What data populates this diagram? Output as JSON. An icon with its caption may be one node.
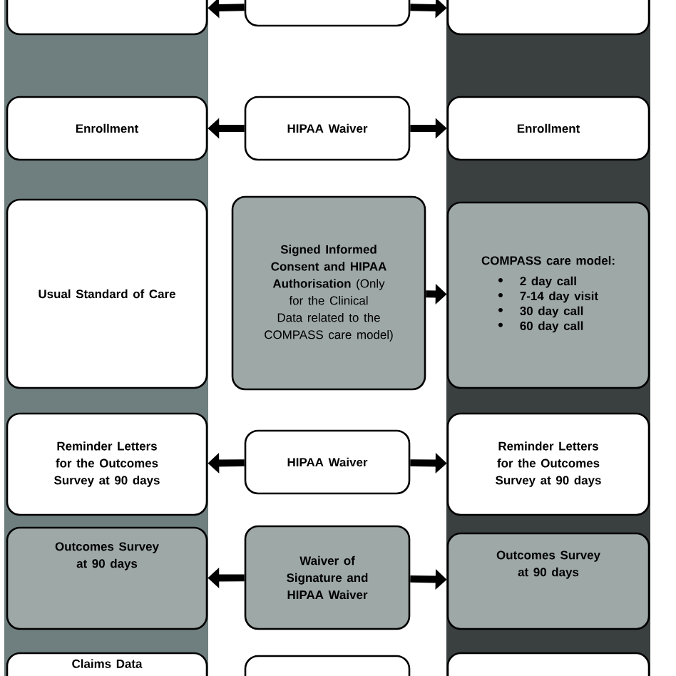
{
  "diagram": {
    "nodes": [
      {
        "text": [],
        "shape": "box"
      },
      {
        "text": [],
        "shape": "box"
      },
      {
        "text": [],
        "shape": "box"
      },
      {
        "text": [
          "Enrollment"
        ]
      },
      {
        "text": [
          "HIPAA Waiver"
        ]
      },
      {
        "text": [
          "Enrollment"
        ]
      },
      {
        "text": [
          "Usual Standard of Care"
        ]
      },
      {
        "text": [
          "**Signed Informed Consent and HIPAA Authorisation** (Only for the Clinical Data related to the COMPASS care model)"
        ]
      },
      {
        "text": [
          "COMPASS care model:",
          "2 day call",
          "7-14 day visit",
          "30 day call",
          "60 day call"
        ]
      },
      {
        "text": [
          "Reminder Letters for the Outcomes Survey at 90 days"
        ]
      },
      {
        "text": [
          "HIPAA Waiver"
        ]
      },
      {
        "text": [
          "Reminder Letters for the Outcomes Survey at 90 days"
        ]
      },
      {
        "text": [
          "Outcomes Survey at 90 days"
        ]
      },
      {
        "text": [
          "Waiver of Signature and HIPAA Waiver"
        ]
      },
      {
        "text": [
          "Outcomes Survey at 90 days"
        ]
      },
      {
        "text": [
          "Claims Data"
        ]
      },
      {
        "text": [],
        "shape": "box"
      },
      {
        "text": [],
        "shape": "box"
      }
    ],
    "edges": [
      {
        "from": 1,
        "to": 0,
        "arrow": "to"
      },
      {
        "from": 1,
        "to": 2,
        "arrow": "to"
      },
      {
        "from": 4,
        "to": 3,
        "arrow": "to"
      },
      {
        "from": 4,
        "to": 5,
        "arrow": "to"
      },
      {
        "from": 7,
        "to": 8,
        "arrow": "to"
      },
      {
        "from": 10,
        "to": 9,
        "arrow": "to"
      },
      {
        "from": 10,
        "to": 11,
        "arrow": "to"
      },
      {
        "from": 13,
        "to": 12,
        "arrow": "to"
      },
      {
        "from": 13,
        "to": 14,
        "arrow": "to"
      }
    ]
  }
}
